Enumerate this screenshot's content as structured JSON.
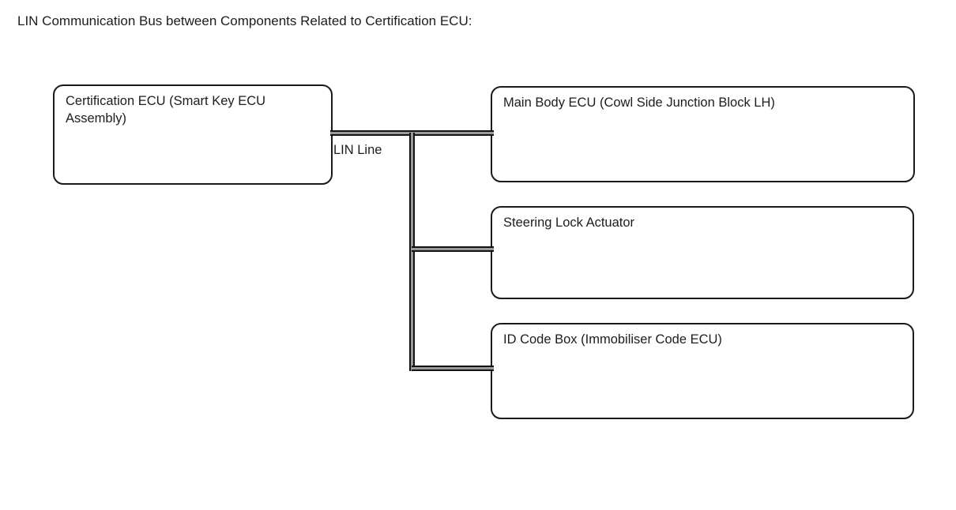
{
  "diagram": {
    "title": "LIN Communication Bus between Components Related to Certification ECU:",
    "bus_label": "LIN Line",
    "type": "block-diagram",
    "colors": {
      "background": "#ffffff",
      "box_border": "#1a1a1a",
      "bus_line": "#121212",
      "bus_fill": "#9a9a9a",
      "text": "#1d1d1d"
    },
    "nodes": [
      {
        "id": "certification-ecu",
        "label": "Certification ECU (Smart Key ECU Assembly)",
        "role": "master"
      },
      {
        "id": "main-body-ecu",
        "label": "Main Body ECU (Cowl Side Junction Block LH)",
        "role": "slave"
      },
      {
        "id": "steering-lock-actuator",
        "label": "Steering Lock Actuator",
        "role": "slave"
      },
      {
        "id": "id-code-box",
        "label": "ID Code Box (Immobiliser Code ECU)",
        "role": "slave"
      }
    ],
    "connections": [
      {
        "from": "certification-ecu",
        "to": "main-body-ecu",
        "label": "LIN Line"
      },
      {
        "from": "certification-ecu",
        "to": "steering-lock-actuator",
        "label": "LIN Line"
      },
      {
        "from": "certification-ecu",
        "to": "id-code-box",
        "label": "LIN Line"
      }
    ]
  }
}
